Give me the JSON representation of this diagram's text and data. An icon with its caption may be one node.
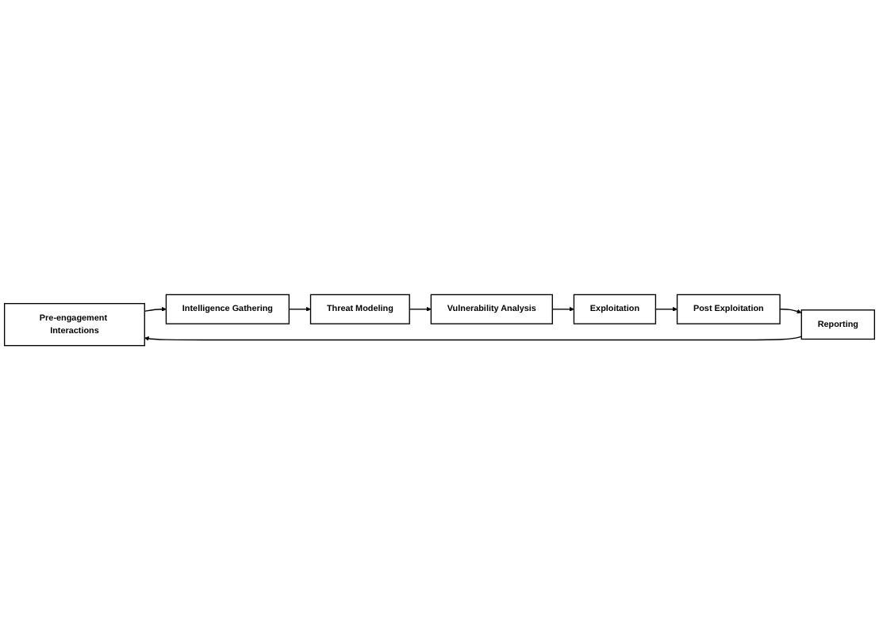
{
  "diagram": {
    "nodes": [
      {
        "text": [
          "Pre-engagement Interactions"
        ]
      },
      {
        "text": [
          "Intelligence Gathering"
        ]
      },
      {
        "text": [
          "Threat Modeling"
        ]
      },
      {
        "text": [
          "Vulnerability Analysis"
        ]
      },
      {
        "text": [
          "Exploitation"
        ]
      },
      {
        "text": [
          "Post Exploitation"
        ]
      },
      {
        "text": [
          "Reporting"
        ]
      }
    ],
    "edges": [
      {
        "from": 0,
        "to": 1,
        "arrow": "to"
      },
      {
        "from": 1,
        "to": 2,
        "arrow": "to"
      },
      {
        "from": 2,
        "to": 3,
        "arrow": "to"
      },
      {
        "from": 3,
        "to": 4,
        "arrow": "to"
      },
      {
        "from": 4,
        "to": 5,
        "arrow": "to"
      },
      {
        "from": 5,
        "to": 6,
        "arrow": "to"
      },
      {
        "from": 6,
        "to": 0,
        "arrow": "to"
      }
    ]
  }
}
